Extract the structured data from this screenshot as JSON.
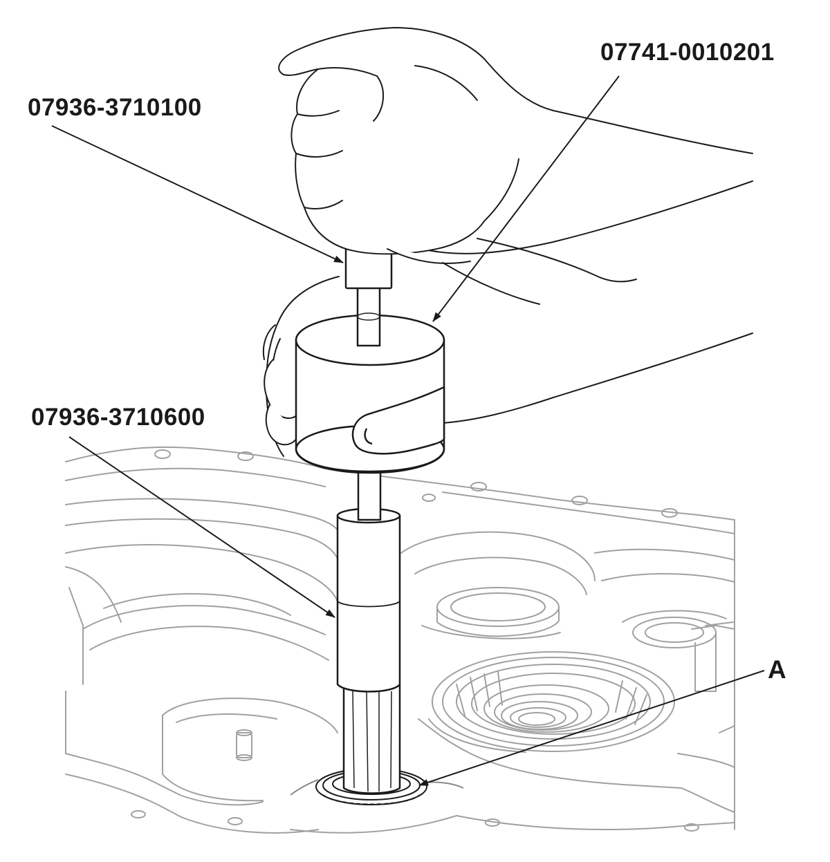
{
  "callouts": {
    "handle": "07936-3710100",
    "weight": "07741-0010201",
    "driver": "07936-3710600",
    "part_a": "A"
  },
  "colors": {
    "line": "#1a1a1a",
    "light_line": "#9a9a9a",
    "background": "#ffffff"
  }
}
